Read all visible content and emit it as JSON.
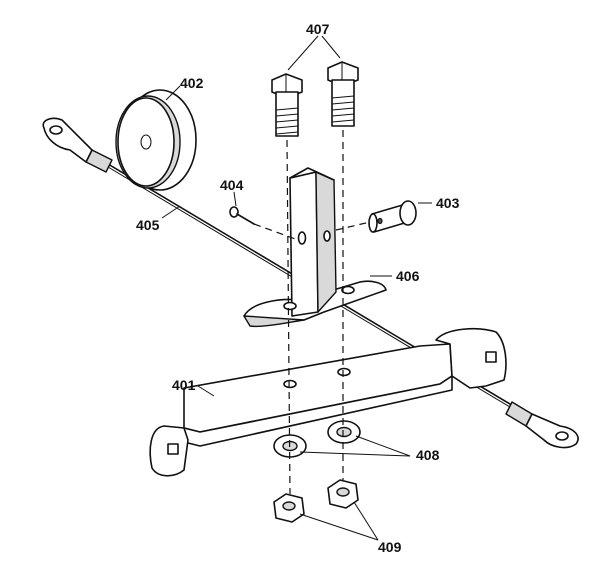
{
  "diagram": {
    "callouts": {
      "c401": "401",
      "c402": "402",
      "c403": "403",
      "c404": "404",
      "c405": "405",
      "c406": "406",
      "c407": "407",
      "c408": "408",
      "c409": "409"
    },
    "colors": {
      "ink": "#111111",
      "paper": "#ffffff",
      "shade": "#d9d9d9"
    }
  }
}
